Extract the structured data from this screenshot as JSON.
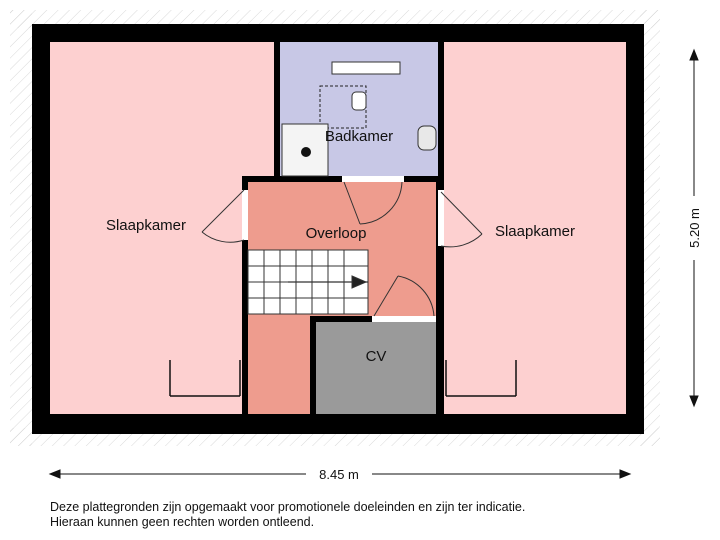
{
  "rooms": {
    "bedroom_left": "Slaapkamer",
    "bathroom": "Badkamer",
    "landing": "Overloop",
    "bedroom_right": "Slaapkamer",
    "utility": "CV"
  },
  "dimensions": {
    "width": "8.45 m",
    "depth": "5.20 m"
  },
  "disclaimer": {
    "line1": "Deze plattegronden zijn opgemaakt voor promotionele doeleinden en zijn ter indicatie.",
    "line2": "Hieraan kunnen geen rechten worden ontleend."
  },
  "colors": {
    "bedroom": "#fdd0d0",
    "bathroom": "#c8c8e6",
    "landing": "#ee9c8e",
    "utility": "#9a9a9a",
    "wall": "#000000"
  }
}
